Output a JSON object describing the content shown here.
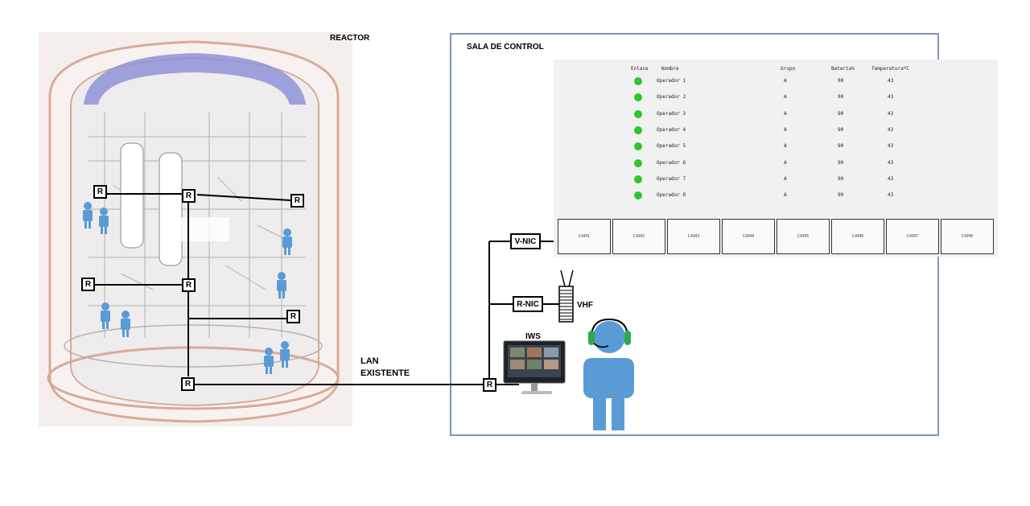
{
  "labels": {
    "reactor": "REACTOR",
    "sala": "SALA DE CONTROL",
    "lan_line1": "LAN",
    "lan_line2": "EXISTENTE",
    "vhf": "VHF",
    "iws": "IWS",
    "v_nic": "V-NIC",
    "r_nic": "R-NIC",
    "router": "R"
  },
  "table": {
    "headers": [
      "Enlace",
      "Nombre",
      "Grupo",
      "Batería%",
      "TemperaturaºC"
    ],
    "rows": [
      {
        "name": "Operador  1",
        "group": "A",
        "battery": "90",
        "temp": "43"
      },
      {
        "name": "Operador  2",
        "group": "A",
        "battery": "90",
        "temp": "43"
      },
      {
        "name": "Operador  3",
        "group": "A",
        "battery": "90",
        "temp": "43"
      },
      {
        "name": "Operador  4",
        "group": "A",
        "battery": "90",
        "temp": "43"
      },
      {
        "name": "Operador  5",
        "group": "A",
        "battery": "90",
        "temp": "43"
      },
      {
        "name": "Operador  6",
        "group": "A",
        "battery": "90",
        "temp": "43"
      },
      {
        "name": "Operador  7",
        "group": "A",
        "battery": "90",
        "temp": "43"
      },
      {
        "name": "Operador  8",
        "group": "A",
        "battery": "90",
        "temp": "43"
      }
    ],
    "link_color": "#2ec52e"
  },
  "cameras": [
    "CAM1",
    "CAM2",
    "CAM3",
    "CAM4",
    "CAM5",
    "CAM6",
    "CAM7",
    "CAM8"
  ],
  "colors": {
    "operator": "#5b9bd5",
    "headset": "#2ea84a",
    "room_border": "#7f96b5"
  }
}
